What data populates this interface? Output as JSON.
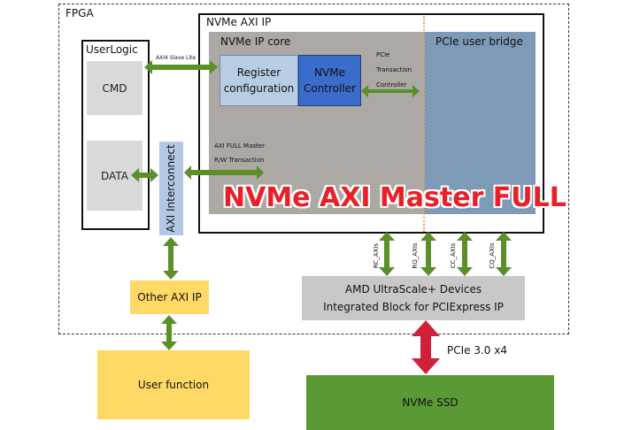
{
  "fpga": {
    "label": "FPGA"
  },
  "nvme_axi_ip": {
    "label": "NVMe AXI IP"
  },
  "nvme_ip_core": {
    "label": "NVMe IP core"
  },
  "register_configuration": {
    "line1": "Register",
    "line2": "configuration"
  },
  "nvme_controller": {
    "line1": "NVMe",
    "line2": "Controller"
  },
  "pcie_user_bridge": {
    "label": "PCIe user bridge"
  },
  "user_logic": {
    "label": "UserLogic",
    "cmd": "CMD",
    "data": "DATA"
  },
  "axi_interconnect": {
    "label": "AXI Interconnect"
  },
  "signals": {
    "axi4_slave_lite": "AXI4 Slave Lite",
    "pcie_transaction": [
      "PCIe",
      "Transaction",
      "Controller"
    ],
    "axi_full_master": "AXI FULL Master",
    "rw_transaction": "R/W Transaction",
    "rc_axis": "RC_AXIs",
    "rq_axis": "RQ_AXIs",
    "cc_axis": "CC_AXIs",
    "cq_axis": "CQ_AXIs",
    "pcie_link": "PCIe 3.0 x4"
  },
  "title_overlay": "NVMe AXI Master FULL",
  "amd_block": {
    "line1": "AMD UltraScale+ Devices",
    "line2": "Integrated Block for PCIExpress IP"
  },
  "other_axi_ip": {
    "label": "Other AXI IP"
  },
  "user_function": {
    "label": "User function"
  },
  "nvme_ssd": {
    "label": "NVMe SSD"
  },
  "colors": {
    "green_arrow": "#5a8f2a",
    "red_arrow": "#d0203a",
    "title_red": "#e8202a",
    "core_gray": "#aca8a4",
    "bridge_blue": "#7d9ab7",
    "register_blue": "#b8cce4",
    "controller_blue": "#3a6ccc",
    "interconnect_blue": "#b4c8e4",
    "light_gray": "#d9d9d9",
    "amd_gray": "#c8c8c8",
    "yellow": "#ffd966",
    "ssd_green": "#5a9a34",
    "orange_divider": "#f0a060"
  }
}
